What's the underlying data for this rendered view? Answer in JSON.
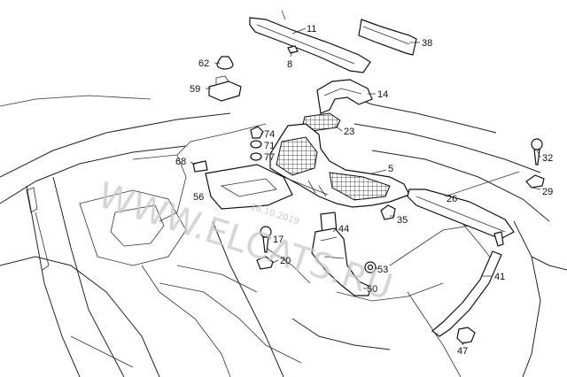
{
  "watermark": {
    "text": "WWW.ELCATS.RU",
    "date": "16.10.2019"
  },
  "callouts": [
    {
      "id": "c11",
      "label": "11"
    },
    {
      "id": "c38",
      "label": "38"
    },
    {
      "id": "c8",
      "label": "8"
    },
    {
      "id": "c62",
      "label": "62"
    },
    {
      "id": "c59",
      "label": "59"
    },
    {
      "id": "c14",
      "label": "14"
    },
    {
      "id": "c74",
      "label": "74"
    },
    {
      "id": "c71",
      "label": "71"
    },
    {
      "id": "c77",
      "label": "77"
    },
    {
      "id": "c23",
      "label": "23"
    },
    {
      "id": "c68",
      "label": "68"
    },
    {
      "id": "c5",
      "label": "5"
    },
    {
      "id": "c32",
      "label": "32"
    },
    {
      "id": "c56",
      "label": "56"
    },
    {
      "id": "c26",
      "label": "26"
    },
    {
      "id": "c29",
      "label": "29"
    },
    {
      "id": "c35",
      "label": "35"
    },
    {
      "id": "c44",
      "label": "44"
    },
    {
      "id": "c17",
      "label": "17"
    },
    {
      "id": "c20",
      "label": "20"
    },
    {
      "id": "c53",
      "label": "53"
    },
    {
      "id": "c41",
      "label": "41"
    },
    {
      "id": "c50",
      "label": "50"
    },
    {
      "id": "c47",
      "label": "47"
    }
  ]
}
